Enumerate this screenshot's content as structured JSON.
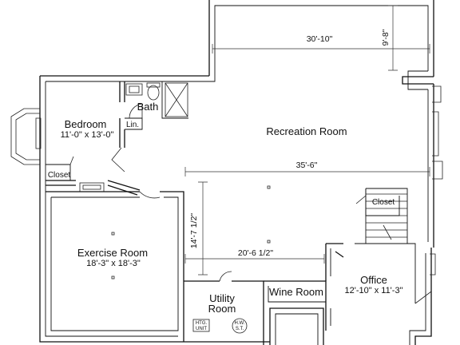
{
  "rooms": {
    "bedroom": {
      "name": "Bedroom",
      "size": "11'-0\" x 13'-0\""
    },
    "bath": {
      "name": "Bath"
    },
    "linen": {
      "name": "Lin."
    },
    "bedroom_closet": {
      "name": "Closet"
    },
    "recreation": {
      "name": "Recreation Room"
    },
    "stair_closet": {
      "name": "Closet"
    },
    "exercise": {
      "name": "Exercise Room",
      "size": "18'-3\" x 18'-3\""
    },
    "utility": {
      "name_line1": "Utility",
      "name_line2": "Room"
    },
    "wine": {
      "name": "Wine Room"
    },
    "office": {
      "name": "Office",
      "size": "12'-10\" x 11'-3\""
    }
  },
  "dimensions": {
    "top_width": "30'-10\"",
    "top_depth": "9'-8\"",
    "rec_width": "35'-6\"",
    "rec_depth": "14'-7 1/2\"",
    "lower_width": "20'-6 1/2\""
  },
  "equipment": {
    "htg_line1": "HTG.",
    "htg_line2": "UNIT",
    "hw_line1": "H.W.",
    "hw_line2": "S.T."
  }
}
